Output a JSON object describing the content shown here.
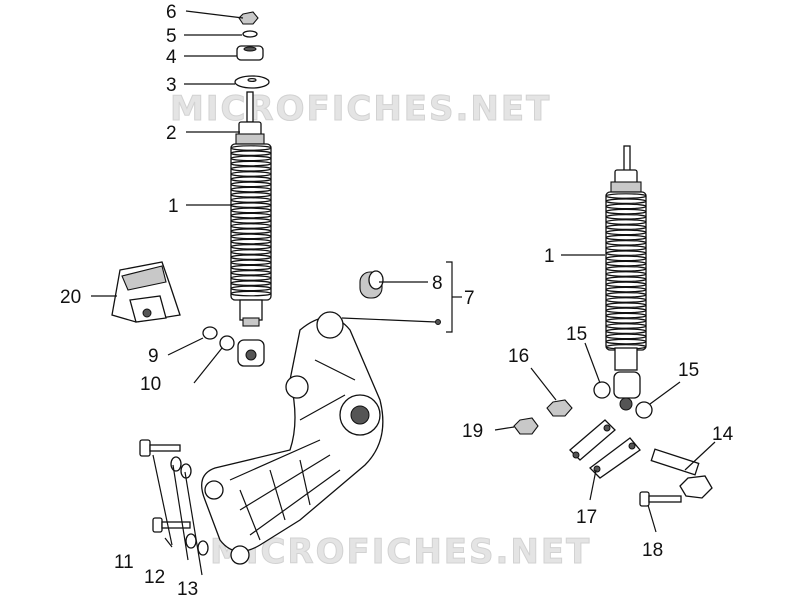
{
  "watermark": "MICROFICHES.NET",
  "callouts": {
    "c1a": "1",
    "c1b": "1",
    "c2": "2",
    "c3": "3",
    "c4": "4",
    "c5": "5",
    "c6": "6",
    "c7": "7",
    "c8": "8",
    "c9": "9",
    "c10": "10",
    "c11": "11",
    "c12": "12",
    "c13": "13",
    "c14": "14",
    "c15a": "15",
    "c15b": "15",
    "c16": "16",
    "c17": "17",
    "c18": "18",
    "c19": "19",
    "c20": "20"
  }
}
